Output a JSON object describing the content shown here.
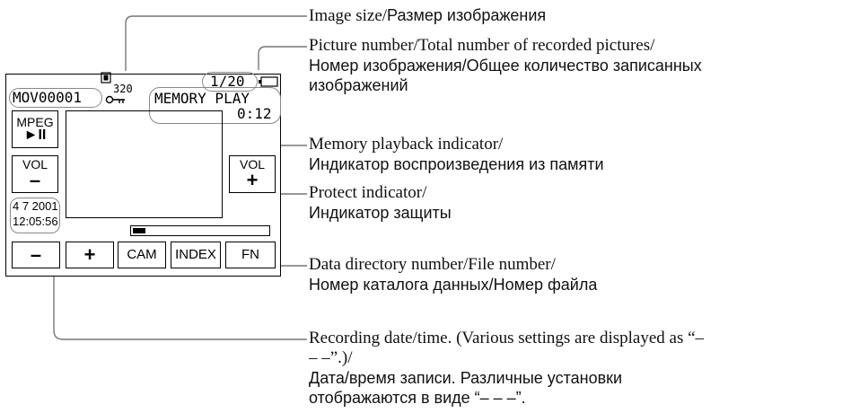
{
  "screen": {
    "image_size_value": "320",
    "picture_counter": "1/20",
    "file_name": "MOV00001",
    "mode": "MEMORY PLAY",
    "time": "0:12",
    "mpeg_label": "MPEG",
    "play_pause_symbol": "►II",
    "vol_label": "VOL",
    "vol_minus": "–",
    "vol_plus": "+",
    "date": "4 7 2001",
    "clock": "12:05:56",
    "btn_minus": "–",
    "btn_plus": "+",
    "btn_cam": "CAM",
    "btn_index": "INDEX",
    "btn_fn": "FN",
    "progress_fraction": 0.09
  },
  "labels": {
    "image_size": {
      "en": "Image size/",
      "ru": "Размер изображения"
    },
    "picture_number": {
      "en": "Picture number/Total number of recorded pictures/",
      "ru_line1": "Номер изображения/Общее количество записанных",
      "ru_line2": "изображений"
    },
    "memory_playback": {
      "en": "Memory playback indicator/",
      "ru": "Индикатор воспроизведения из памяти"
    },
    "protect": {
      "en": "Protect indicator/",
      "ru": "Индикатор защиты"
    },
    "data_directory": {
      "en": "Data directory number/File number/",
      "ru": "Номер каталога данных/Номер файла"
    },
    "recording_date": {
      "en_line1": "Recording date/time. (Various settings are displayed as “–",
      "en_line2": "– –”.)/",
      "ru_line1": "Дата/время записи. Различные установки",
      "ru_line2": "отображаются в виде “– – –”."
    }
  }
}
